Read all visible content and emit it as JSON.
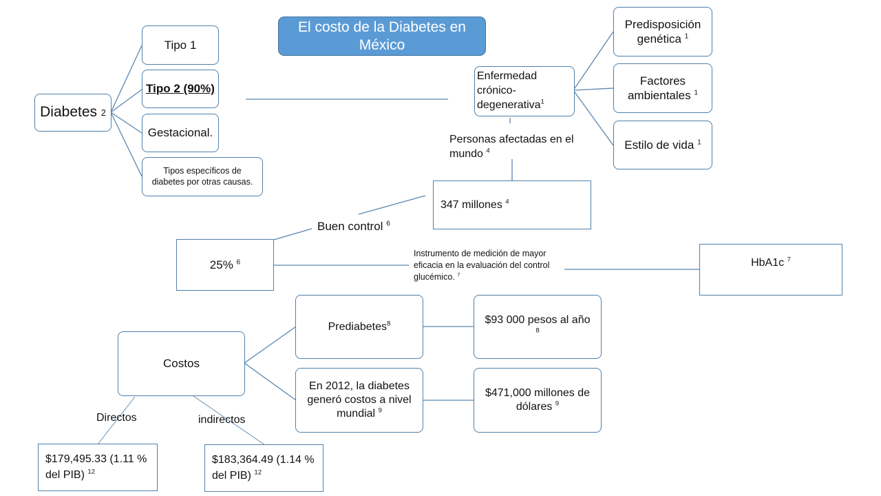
{
  "title": "El costo de la Diabetes en México",
  "diabetes": {
    "root": {
      "text": "Diabetes",
      "ref": "2"
    },
    "types": [
      {
        "text": "Tipo 1",
        "ref": ""
      },
      {
        "text": "Tipo 2 (90%)",
        "ref": ""
      },
      {
        "text": "Gestacional.",
        "ref": ""
      },
      {
        "text": "Tipos específicos de diabetes por otras causas.",
        "ref": ""
      }
    ]
  },
  "disease": {
    "text": "Enfermedad crónico-degenerativa",
    "ref": "1",
    "factors": [
      {
        "text": "Predisposición genética",
        "ref": "1"
      },
      {
        "text": "Factores ambientales",
        "ref": "1"
      },
      {
        "text": "Estilo de vida",
        "ref": "1"
      }
    ]
  },
  "affected": {
    "label": "Personas afectadas en el mundo",
    "label_ref": "4",
    "value": "347 millones",
    "value_ref": "4"
  },
  "control": {
    "label": "Buen control",
    "label_ref": "6",
    "value": "25%",
    "value_ref": "6"
  },
  "instrument": {
    "label": "Instrumento de medición de mayor eficacia en la evaluación del control glucémico.",
    "label_ref": "7",
    "value": "HbA1c",
    "value_ref": "7"
  },
  "costs": {
    "root": "Costos",
    "branches": [
      {
        "text": "Prediabetes",
        "ref": "8",
        "value": "$93 000 pesos al año",
        "value_ref": "8"
      },
      {
        "text": "En 2012, la diabetes generó costos a nivel mundial",
        "ref": "9",
        "value": "$471,000 millones de dólares",
        "value_ref": "9"
      }
    ],
    "direct": {
      "label": "Directos",
      "value": "$179,495.33 (1.11 % del PIB)",
      "ref": "12"
    },
    "indirect": {
      "label": "indirectos",
      "value": "$183,364.49 (1.14 % del PIB)",
      "ref": "12"
    }
  },
  "colors": {
    "title_fill": "#5b9bd5",
    "border": "#4f7fa8",
    "line": "#5a86b0"
  }
}
